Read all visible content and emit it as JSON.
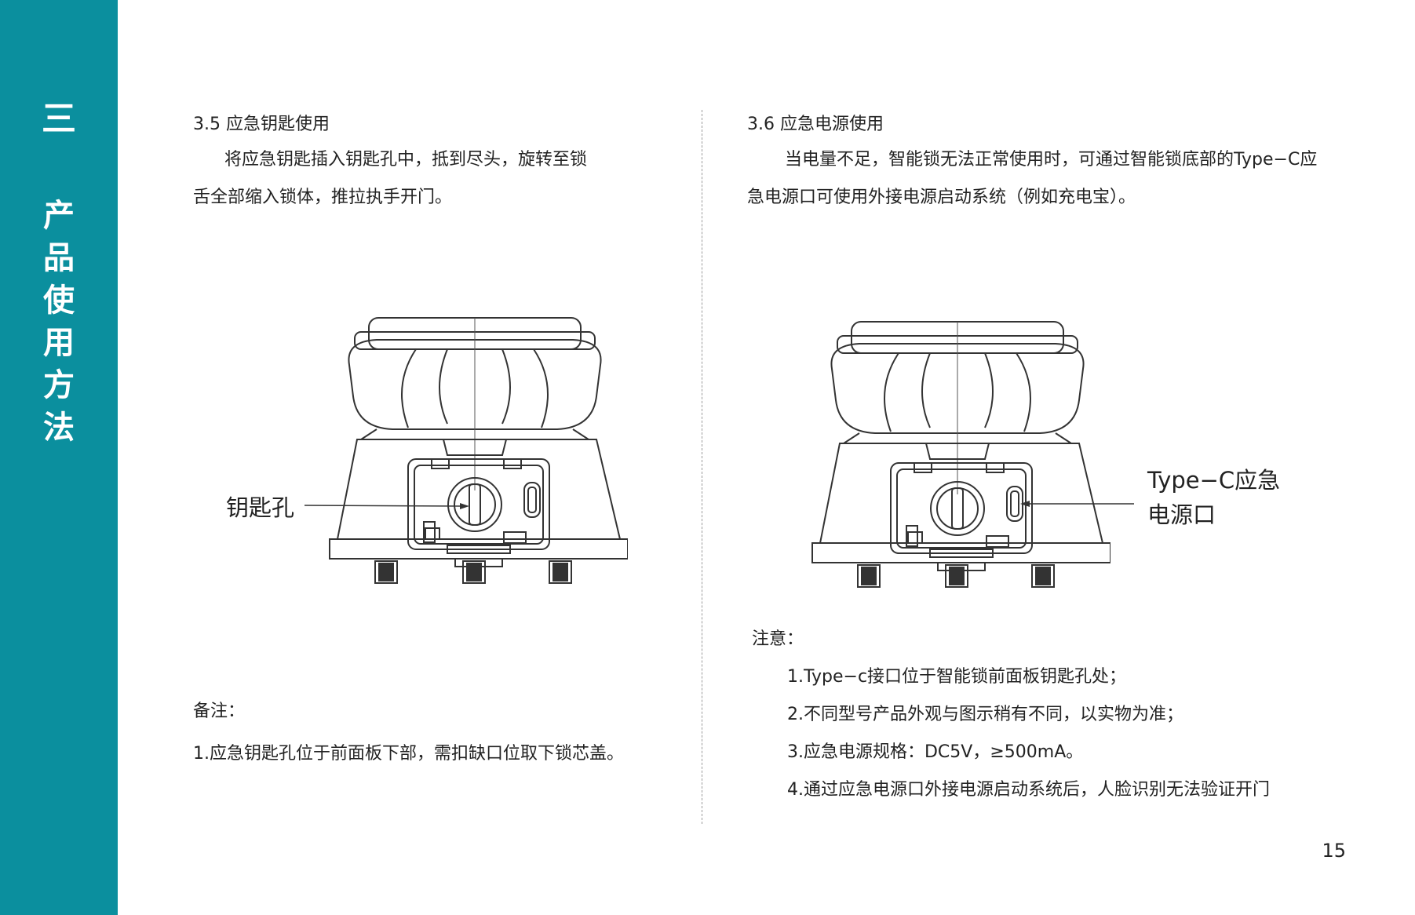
{
  "sidebar": {
    "chapter_number": "三",
    "chapter_title": [
      "产",
      "品",
      "使",
      "用",
      "方",
      "法"
    ]
  },
  "left": {
    "heading": "3.5 应急钥匙使用",
    "paragraph_line1": "将应急钥匙插入钥匙孔中，抵到尽头，旋转至锁",
    "paragraph_line2": "舌全部缩入锁体，推拉执手开门。",
    "callout": "钥匙孔",
    "remark_title": "备注：",
    "remark_item": "1.应急钥匙孔位于前面板下部，需扣缺口位取下锁芯盖。"
  },
  "right": {
    "heading": "3.6 应急电源使用",
    "paragraph_line1": "当电量不足，智能锁无法正常使用时，可通过智能锁底部的Type−C应",
    "paragraph_line2": "急电源口可使用外接电源启动系统（例如充电宝）。",
    "callout_line1": "Type−C应急",
    "callout_line2": "电源口",
    "notes_title": "注意：",
    "notes": [
      "1.Type−c接口位于智能锁前面板钥匙孔处；",
      "2.不同型号产品外观与图示稍有不同，以实物为准；",
      "3.应急电源规格：DC5V，≥500mA。",
      "4.通过应急电源口外接电源启动系统后，人脸识别无法验证开门"
    ]
  },
  "page_number": "15",
  "colors": {
    "sidebar": "#0b8f9e",
    "text": "#222222"
  }
}
